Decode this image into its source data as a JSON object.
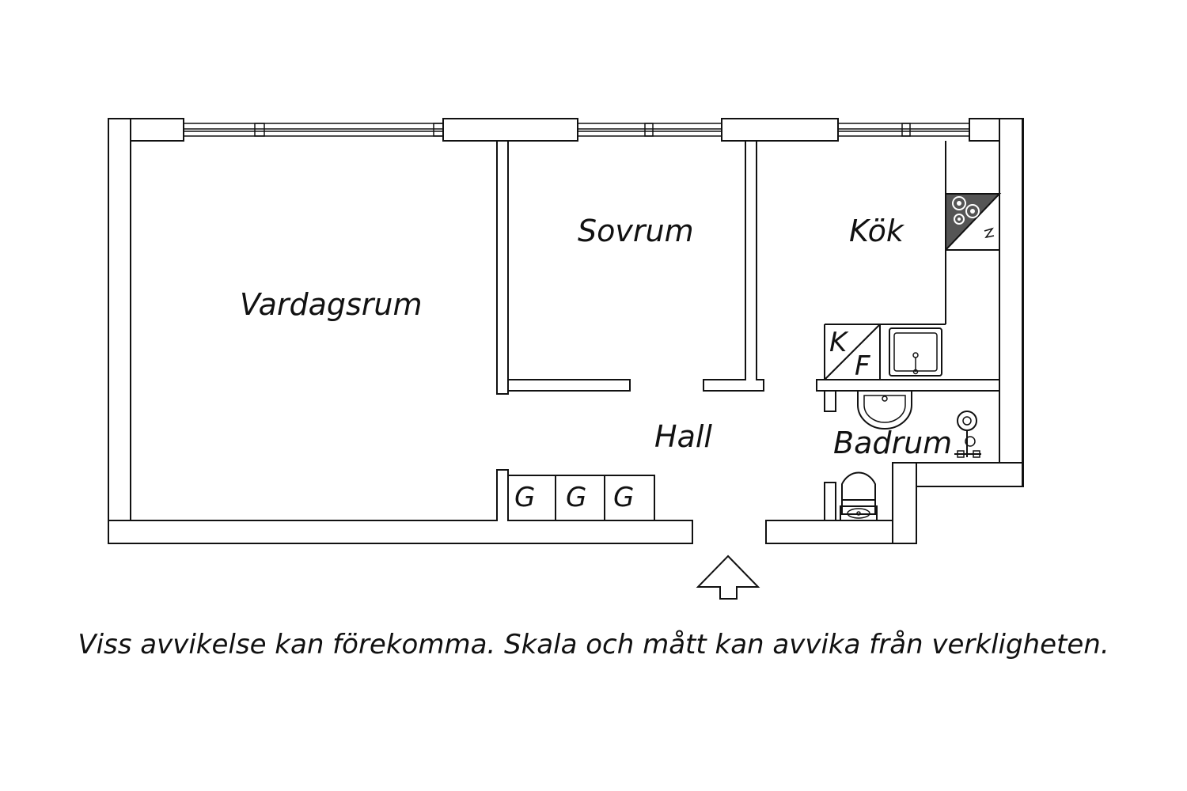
{
  "rooms": {
    "vardagsrum": "Vardagsrum",
    "sovrum": "Sovrum",
    "kok": "Kök",
    "hall": "Hall",
    "badrum": "Badrum"
  },
  "fixtures": {
    "wardrobe_1": "G",
    "wardrobe_2": "G",
    "wardrobe_3": "G",
    "fridge_k": "K",
    "freezer_f": "F"
  },
  "icons": {
    "stove": "stove-icon",
    "sink": "sink-icon",
    "washbasin": "washbasin-icon",
    "shower": "shower-icon",
    "toilet": "toilet-icon",
    "entrance": "entrance-arrow-icon"
  },
  "colors": {
    "line": "#111111",
    "background": "#ffffff",
    "stove_fill": "#555555"
  },
  "footer": {
    "disclaimer": "Viss avvikelse kan förekomma. Skala och mått kan avvika från verkligheten."
  }
}
